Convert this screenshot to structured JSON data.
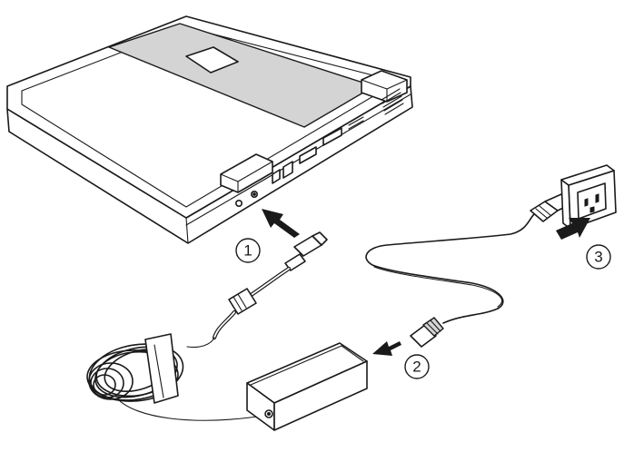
{
  "steps": [
    {
      "number": "1"
    },
    {
      "number": "2"
    },
    {
      "number": "3"
    }
  ],
  "colors": {
    "line": "#1a1a1a",
    "panel": "#d4d4d4",
    "background": "#ffffff"
  },
  "icons": [
    "laptop-icon",
    "ac-adapter-icon",
    "power-cord-icon",
    "wall-outlet-icon",
    "dc-plug-icon",
    "arrow-icon"
  ]
}
